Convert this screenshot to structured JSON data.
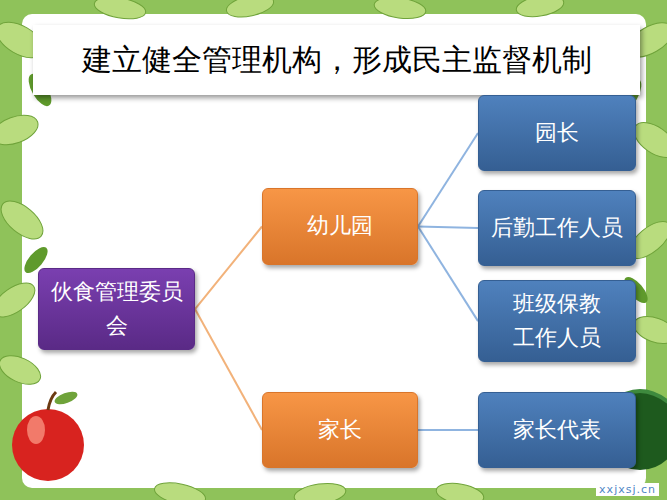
{
  "diagram": {
    "title": "建立健全管理机构，形成民主监督机制",
    "nodes": [
      {
        "text": [
          "伙食管理委员会"
        ]
      },
      {
        "text": [
          "幼儿园"
        ]
      },
      {
        "text": [
          "家长"
        ]
      },
      {
        "text": [
          "园长"
        ]
      },
      {
        "text": [
          "后勤工作人员"
        ]
      },
      {
        "text": [
          "班级保教工作人员"
        ]
      },
      {
        "text": [
          "家长代表"
        ]
      }
    ],
    "edges": [
      {
        "from": 0,
        "to": 1,
        "arrow": "none"
      },
      {
        "from": 0,
        "to": 2,
        "arrow": "none"
      },
      {
        "from": 1,
        "to": 3,
        "arrow": "none"
      },
      {
        "from": 1,
        "to": 4,
        "arrow": "none"
      },
      {
        "from": 1,
        "to": 5,
        "arrow": "none"
      },
      {
        "from": 2,
        "to": 6,
        "arrow": "none"
      }
    ],
    "labels": [
      "xxjxsj.cn"
    ]
  }
}
